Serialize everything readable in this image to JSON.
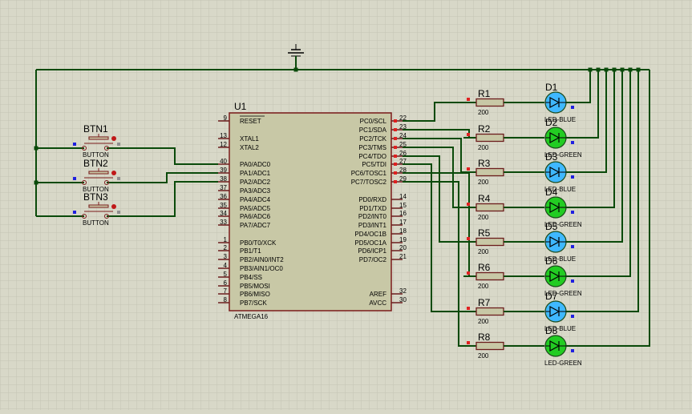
{
  "mcu": {
    "ref": "U1",
    "part": "ATMEGA16",
    "left_pins": [
      {
        "num": "9",
        "name": "RESET"
      },
      {
        "num": "13",
        "name": "XTAL1"
      },
      {
        "num": "12",
        "name": "XTAL2"
      },
      {
        "num": "40",
        "name": "PA0/ADC0"
      },
      {
        "num": "39",
        "name": "PA1/ADC1"
      },
      {
        "num": "38",
        "name": "PA2/ADC2"
      },
      {
        "num": "37",
        "name": "PA3/ADC3"
      },
      {
        "num": "36",
        "name": "PA4/ADC4"
      },
      {
        "num": "35",
        "name": "PA5/ADC5"
      },
      {
        "num": "34",
        "name": "PA6/ADC6"
      },
      {
        "num": "33",
        "name": "PA7/ADC7"
      },
      {
        "num": "1",
        "name": "PB0/T0/XCK"
      },
      {
        "num": "2",
        "name": "PB1/T1"
      },
      {
        "num": "3",
        "name": "PB2/AIN0/INT2"
      },
      {
        "num": "4",
        "name": "PB3/AIN1/OC0"
      },
      {
        "num": "5",
        "name": "PB4/SS"
      },
      {
        "num": "6",
        "name": "PB5/MOSI"
      },
      {
        "num": "7",
        "name": "PB6/MISO"
      },
      {
        "num": "8",
        "name": "PB7/SCK"
      }
    ],
    "right_pins": [
      {
        "num": "22",
        "name": "PC0/SCL"
      },
      {
        "num": "23",
        "name": "PC1/SDA"
      },
      {
        "num": "24",
        "name": "PC2/TCK"
      },
      {
        "num": "25",
        "name": "PC3/TMS"
      },
      {
        "num": "26",
        "name": "PC4/TDO"
      },
      {
        "num": "27",
        "name": "PC5/TDI"
      },
      {
        "num": "28",
        "name": "PC6/TOSC1"
      },
      {
        "num": "29",
        "name": "PC7/TOSC2"
      },
      {
        "num": "14",
        "name": "PD0/RXD"
      },
      {
        "num": "15",
        "name": "PD1/TXD"
      },
      {
        "num": "16",
        "name": "PD2/INT0"
      },
      {
        "num": "17",
        "name": "PD3/INT1"
      },
      {
        "num": "18",
        "name": "PD4/OC1B"
      },
      {
        "num": "19",
        "name": "PD5/OC1A"
      },
      {
        "num": "20",
        "name": "PD6/ICP1"
      },
      {
        "num": "21",
        "name": "PD7/OC2"
      },
      {
        "num": "32",
        "name": "AREF"
      },
      {
        "num": "30",
        "name": "AVCC"
      }
    ]
  },
  "buttons": [
    {
      "ref": "BTN1",
      "type": "BUTTON"
    },
    {
      "ref": "BTN2",
      "type": "BUTTON"
    },
    {
      "ref": "BTN3",
      "type": "BUTTON"
    }
  ],
  "resistors": [
    {
      "ref": "R1",
      "value": "200"
    },
    {
      "ref": "R2",
      "value": "200"
    },
    {
      "ref": "R3",
      "value": "200"
    },
    {
      "ref": "R4",
      "value": "200"
    },
    {
      "ref": "R5",
      "value": "200"
    },
    {
      "ref": "R6",
      "value": "200"
    },
    {
      "ref": "R7",
      "value": "200"
    },
    {
      "ref": "R8",
      "value": "200"
    }
  ],
  "leds": [
    {
      "ref": "D1",
      "type": "LED-BLUE",
      "color": "#3fb8ff"
    },
    {
      "ref": "D2",
      "type": "LED-GREEN",
      "color": "#22cc22"
    },
    {
      "ref": "D3",
      "type": "LED-BLUE",
      "color": "#3fb8ff"
    },
    {
      "ref": "D4",
      "type": "LED-GREEN",
      "color": "#22cc22"
    },
    {
      "ref": "D5",
      "type": "LED-BLUE",
      "color": "#3fb8ff"
    },
    {
      "ref": "D6",
      "type": "LED-GREEN",
      "color": "#22cc22"
    },
    {
      "ref": "D7",
      "type": "LED-BLUE",
      "color": "#3fb8ff"
    },
    {
      "ref": "D8",
      "type": "LED-GREEN",
      "color": "#22cc22"
    }
  ],
  "colors": {
    "background": "#d8d8c8",
    "grid": "#c4c4b4",
    "wire": "#0a4a0a",
    "chip_fill": "#c8c8a6",
    "chip_border": "#7a1a1a"
  }
}
